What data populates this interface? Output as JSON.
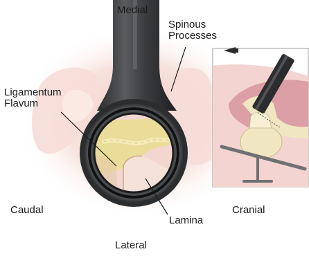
{
  "labels": {
    "medial": "Medial",
    "spinous_processes": "Spinous\nProcesses",
    "ligamentum_flavum": "Ligamentum\nFlavum",
    "caudal": "Caudal",
    "cranial": "Cranial",
    "lamina": "Lamina",
    "lateral": "Lateral"
  },
  "colors": {
    "tool_steel": "#3d3e40",
    "tissue_pink": "#f1c9c4",
    "bone_cream": "#f1e6c2",
    "ligament_yellow": "#e9d88d",
    "inset_muscle": "#dc9fa5"
  }
}
